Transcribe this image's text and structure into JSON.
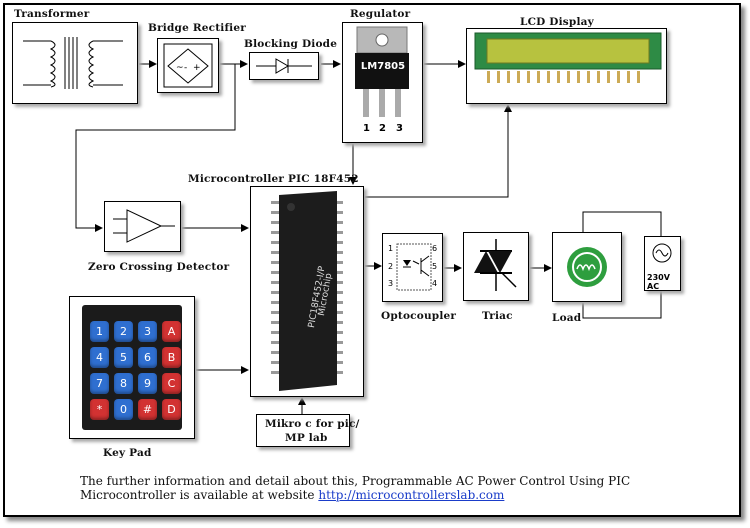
{
  "labels": {
    "transformer": "Transformer",
    "bridge": "Bridge Rectifier",
    "diode": "Blocking Diode",
    "regulator": "Regulator",
    "lcd": "LCD Display",
    "mcu": "Microcontroller PIC 18F452",
    "zcd": "Zero Crossing Detector",
    "keypad": "Key Pad",
    "ide_line1": "Mikro c for pic/",
    "ide_line2": "MP lab",
    "opto": "Optocoupler",
    "triac": "Triac",
    "load": "Load",
    "ac_source": "230V AC"
  },
  "regulator": {
    "chip_text": "LM7805",
    "pins": [
      "1",
      "2",
      "3"
    ]
  },
  "mcu": {
    "chip_text_1": "PIC18F452-I/P",
    "chip_text_2": "Microchip"
  },
  "optocoupler": {
    "pins_left": [
      "1",
      "2",
      "3"
    ],
    "pins_right": [
      "6",
      "5",
      "4"
    ]
  },
  "keypad": {
    "keys": [
      {
        "label": "1",
        "color": "#2f6fd0"
      },
      {
        "label": "2",
        "color": "#2f6fd0"
      },
      {
        "label": "3",
        "color": "#2f6fd0"
      },
      {
        "label": "A",
        "color": "#d23232"
      },
      {
        "label": "4",
        "color": "#2f6fd0"
      },
      {
        "label": "5",
        "color": "#2f6fd0"
      },
      {
        "label": "6",
        "color": "#2f6fd0"
      },
      {
        "label": "B",
        "color": "#d23232"
      },
      {
        "label": "7",
        "color": "#2f6fd0"
      },
      {
        "label": "8",
        "color": "#2f6fd0"
      },
      {
        "label": "9",
        "color": "#2f6fd0"
      },
      {
        "label": "C",
        "color": "#d23232"
      },
      {
        "label": "*",
        "color": "#d23232"
      },
      {
        "label": "0",
        "color": "#2f6fd0"
      },
      {
        "label": "#",
        "color": "#d23232"
      },
      {
        "label": "D",
        "color": "#d23232"
      }
    ]
  },
  "caption": {
    "text": "The further information and detail about this, Programmable AC Power Control Using PIC Microcontroller is available at website",
    "link": "http://microcontrollerslab.com"
  },
  "colors": {
    "lcd_screen": "#b7c23f",
    "lcd_border": "#2e8b45",
    "load_green": "#2e9e3e",
    "link": "#1a3cc9"
  }
}
